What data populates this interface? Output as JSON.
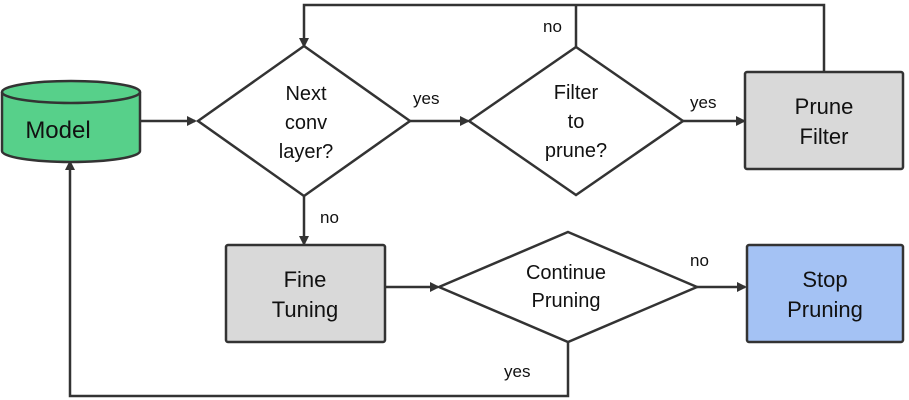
{
  "nodes": {
    "model": {
      "label": "Model",
      "color": "#57d08a"
    },
    "next_conv": {
      "lines": [
        "Next",
        "conv",
        "layer?"
      ]
    },
    "filter_to_prune": {
      "lines": [
        "Filter",
        "to",
        "prune?"
      ]
    },
    "prune_filter": {
      "lines": [
        "Prune",
        "Filter"
      ],
      "color": "#d9d9d9"
    },
    "fine_tuning": {
      "lines": [
        "Fine",
        "Tuning"
      ],
      "color": "#d9d9d9"
    },
    "continue_pruning": {
      "lines": [
        "Continue",
        "Pruning"
      ]
    },
    "stop_pruning": {
      "lines": [
        "Stop",
        "Pruning"
      ],
      "color": "#a4c2f4"
    }
  },
  "edges": {
    "next_to_filter": "yes",
    "filter_to_prune_filter": "yes",
    "filter_loop_back": "no",
    "next_to_fine": "no",
    "continue_to_stop": "no",
    "continue_to_model": "yes"
  }
}
